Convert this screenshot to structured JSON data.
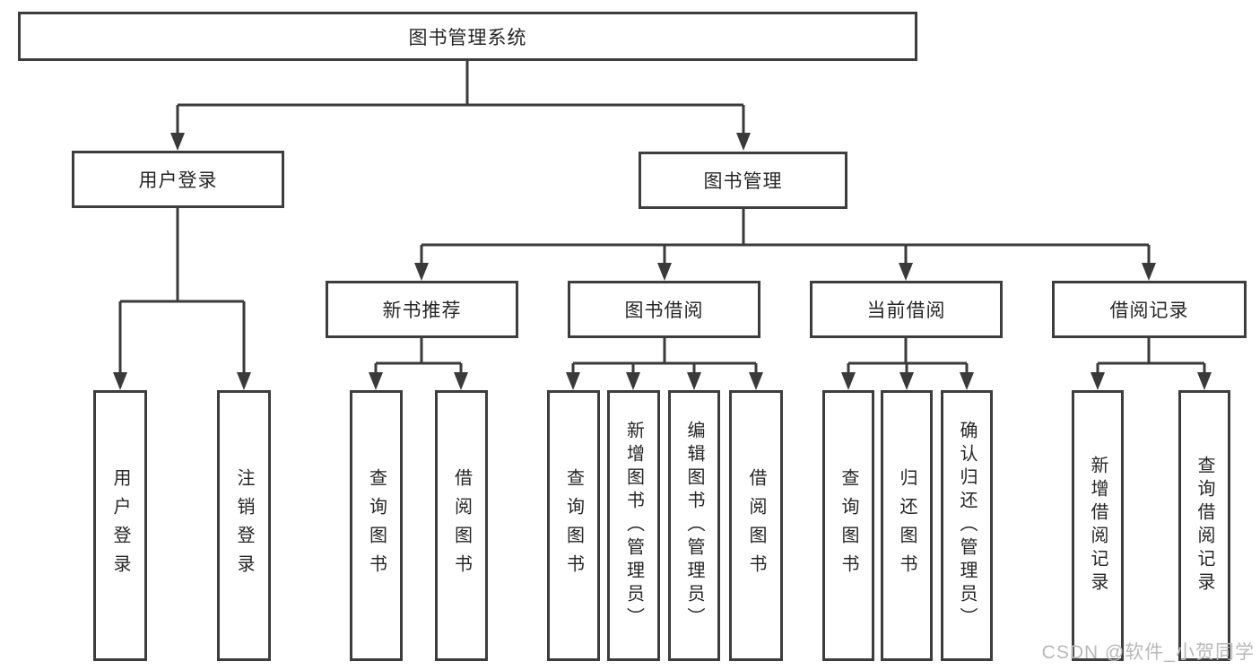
{
  "diagram": {
    "type": "hierarchy-tree",
    "watermark": "CSDN @软件_小贺同学",
    "colors": {
      "line": "#3a3a3a",
      "border": "#3d3d3d",
      "text": "#262626",
      "watermark": "#b9b9b9",
      "background": "#ffffff"
    },
    "nodes": {
      "root": "图书管理系统",
      "user_login": "用户登录",
      "book_mgmt": "图书管理",
      "new_book_rec": "新书推荐",
      "book_borrow": "图书借阅",
      "current_borrow": "当前借阅",
      "borrow_records": "借阅记录",
      "leaf_user_login": "用户登录",
      "leaf_logout": "注销登录",
      "leaf_query_book_rec": "查询图书",
      "leaf_borrow_book_rec": "借阅图书",
      "leaf_query_book_borrow": "查询图书",
      "leaf_add_book": "新增图书（管理员）",
      "leaf_edit_book": "编辑图书（管理员）",
      "leaf_borrow_book_borrow": "借阅图书",
      "leaf_query_book_current": "查询图书",
      "leaf_return_book": "归还图书",
      "leaf_confirm_return": "确认归还（管理员）",
      "leaf_add_record": "新增借阅记录",
      "leaf_query_record": "查询借阅记录"
    },
    "hierarchy": {
      "图书管理系统": {
        "用户登录": [
          "用户登录",
          "注销登录"
        ],
        "图书管理": {
          "新书推荐": [
            "查询图书",
            "借阅图书"
          ],
          "图书借阅": [
            "查询图书",
            "新增图书（管理员）",
            "编辑图书（管理员）",
            "借阅图书"
          ],
          "当前借阅": [
            "查询图书",
            "归还图书",
            "确认归还（管理员）"
          ],
          "借阅记录": [
            "新增借阅记录",
            "查询借阅记录"
          ]
        }
      }
    }
  }
}
